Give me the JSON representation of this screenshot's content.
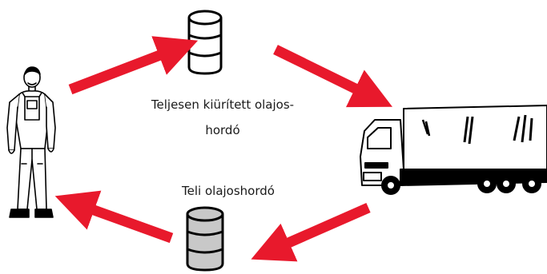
{
  "labels": {
    "empty_barrel_line1": "Teljesen kiürített olajos-",
    "empty_barrel_line2": "hordó",
    "full_barrel": "Teli olajoshordó"
  },
  "colors": {
    "arrow": "#e8192c",
    "empty_barrel_fill": "#ffffff",
    "full_barrel_fill": "#c8c8c8",
    "outline": "#000000"
  },
  "icons": {
    "worker": "worker-icon",
    "empty_barrel": "empty-barrel-icon",
    "full_barrel": "full-barrel-icon",
    "truck": "truck-icon"
  }
}
